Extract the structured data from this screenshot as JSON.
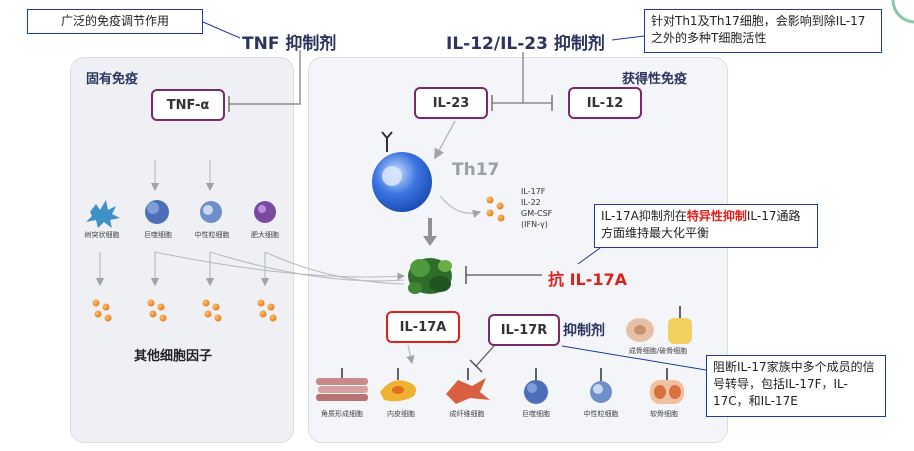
{
  "titles": {
    "tnf": "TNF 抑制剂",
    "il12_23": "IL-12/IL-23 抑制剂",
    "anti_il17a_prefix": "抗",
    "anti_il17a": "IL-17A"
  },
  "callouts": {
    "broad": "广泛的免疫调节作用",
    "th1_th17": "针对Th1及Th17细胞，会影响到除IL-17之外的多种T细胞活性",
    "il17a_plain1": "IL-17A抑制剂在",
    "il17a_highlight": "特异性抑制",
    "il17a_plain2": "IL-17通路方面维持最大化平衡",
    "il17r": "阻断IL-17家族中多个成员的信号转导，包括IL-17F，IL-17C，和IL-17E"
  },
  "panels": {
    "innate": "固有免疫",
    "adaptive": "获得性免疫"
  },
  "boxes": {
    "tnf_alpha": "TNF-α",
    "il23": "IL-23",
    "il12": "IL-12",
    "il17a": "IL-17A",
    "il17r": "IL-17R",
    "il17r_suffix": "抑制剂"
  },
  "th17_label": "Th17",
  "cytokines": [
    "IL-17F",
    "IL-22",
    "GM-CSF",
    "(IFN-γ)"
  ],
  "innate_cells": [
    "树突状细胞",
    "巨噬细胞",
    "中性粒细胞",
    "肥大细胞"
  ],
  "other_cytokines": "其他细胞因子",
  "target_cells": [
    "角质形成细胞",
    "内皮细胞",
    "成纤维细胞",
    "巨噬细胞",
    "中性粒细胞",
    "软骨细胞"
  ],
  "bone_cells": "成骨细胞/破骨细胞",
  "colors": {
    "box_border": "#7a2a6b",
    "red": "#e0201c",
    "title": "#2b3560",
    "callout_border": "#1f3a9e",
    "dot": "#f08a24"
  }
}
